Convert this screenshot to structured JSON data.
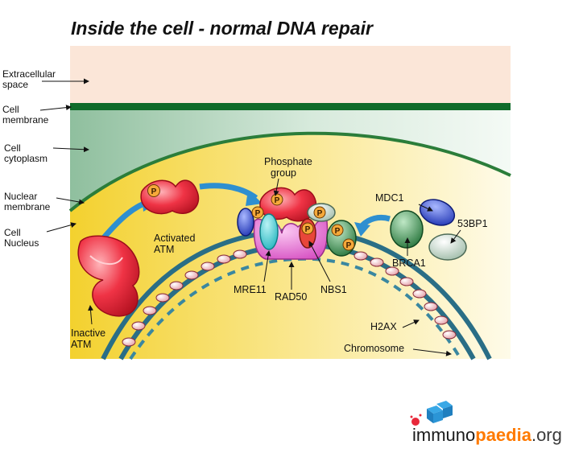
{
  "title": "Inside the cell - normal DNA repair",
  "side_labels": {
    "extracellular": [
      "Extracellular",
      "space"
    ],
    "membrane": [
      "Cell",
      "membrane"
    ],
    "cytoplasm": [
      "Cell",
      "cytoplasm"
    ],
    "nuclear_membrane": [
      "Nuclear",
      "membrane"
    ],
    "nucleus": [
      "Cell",
      "Nucleus"
    ]
  },
  "labels": {
    "phosphate_group": [
      "Phosphate",
      "group"
    ],
    "activated_atm": [
      "Activated",
      "ATM"
    ],
    "inactive_atm": [
      "Inactive",
      "ATM"
    ],
    "mdc1": "MDC1",
    "bp53": "53BP1",
    "brca1": "BRCA1",
    "mre11": "MRE11",
    "rad50": "RAD50",
    "nbs1": "NBS1",
    "h2ax": "H2AX",
    "chromosome": "Chromosome",
    "phosphate_mark": "P"
  },
  "logo": {
    "part1": "immuno",
    "part2": "paedia",
    "part3": ".org"
  },
  "colors": {
    "extracellular": "#fbe6d8",
    "membrane": "#0f6b2a",
    "cytoplasm_dark": "#8fbf9e",
    "nucleus_yellow": "#f4d43a",
    "nuclear_envelope": "#2b7d3a",
    "atm_red": "#e8283a",
    "arrow_blue": "#2e8fd0",
    "dna_teal": "#2a6e86",
    "rad50_pink": "#e97ad8",
    "mre11_cyan": "#48cfd6",
    "mdc1_blue": "#1e3fc8",
    "brca1_green": "#2e8a44",
    "h2ax_pink": "#f2b7be",
    "phosphate_orange": "#f6a93a"
  }
}
